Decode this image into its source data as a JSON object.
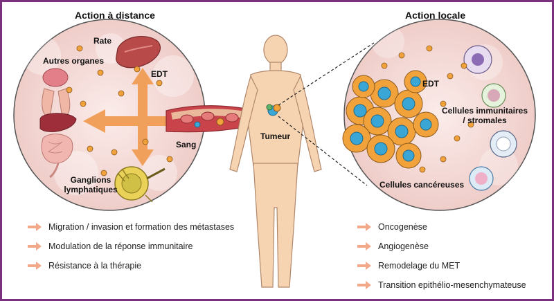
{
  "colors": {
    "border": "#7b2f7f",
    "circle_fill": "#f6dfdc",
    "arrow_orange": "#f0a05a",
    "legend_arrow": "#f2a98a",
    "skin": "#f6d3b1",
    "cell_orange": "#f2a23a",
    "cell_blue": "#3aa6d6",
    "vessel": "#c9444a"
  },
  "titles": {
    "left": "Action à distance",
    "right": "Action locale"
  },
  "left_labels": {
    "rate": "Rate",
    "autres_organes": "Autres organes",
    "edt": "EDT",
    "sang": "Sang",
    "ganglions_line1": "Ganglions",
    "ganglions_line2": "lymphatiques"
  },
  "center_labels": {
    "tumeur": "Tumeur"
  },
  "right_labels": {
    "edt": "EDT",
    "immune_line1": "Cellules immunitaires",
    "immune_line2": "/ stromales",
    "cancer": "Cellules cancéreuses"
  },
  "legend_left": [
    "Migration / invasion et formation des métastases",
    "Modulation de la réponse immunitaire",
    "Résistance à la thérapie"
  ],
  "legend_right": [
    "Oncogenèse",
    "Angiogenèse",
    "Remodelage du MET",
    "Transition epithélio-mesenchymateuse"
  ]
}
